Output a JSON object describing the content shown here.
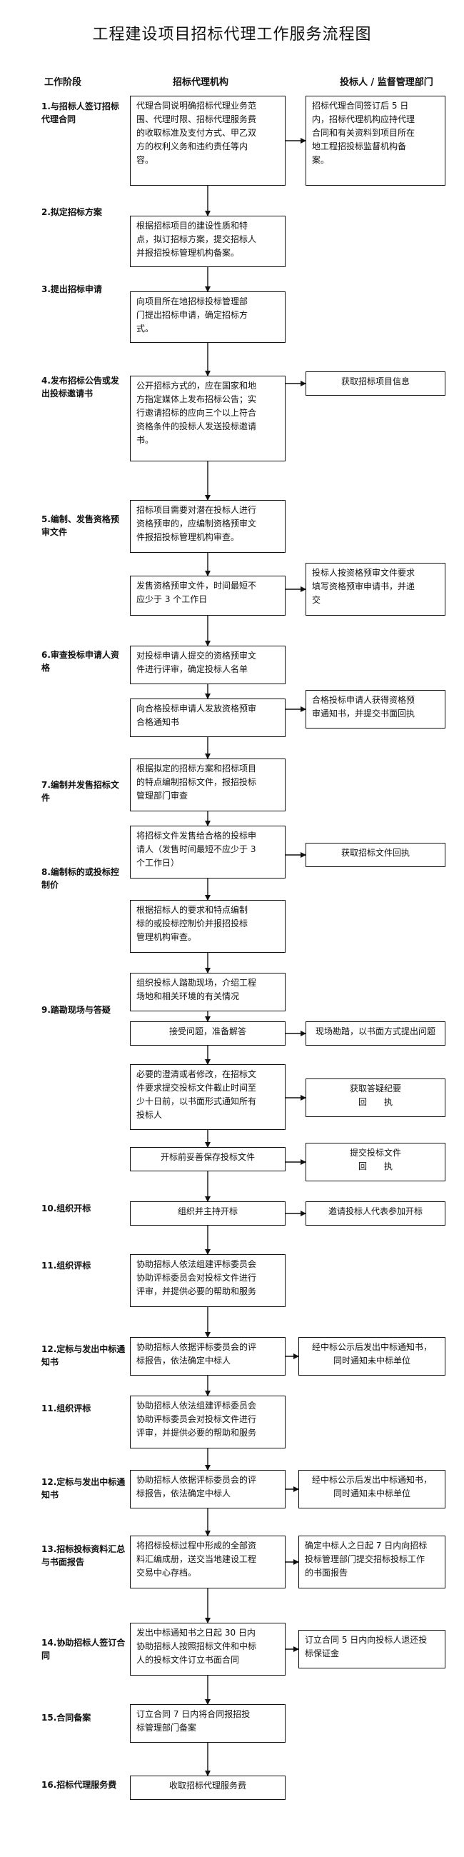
{
  "title": "工程建设项目招标代理工作服务流程图",
  "headers": {
    "stage": "工作阶段",
    "agency": "招标代理机构",
    "owner": "投标人 / 监督管理部门"
  },
  "stages": [
    "1.与招标人签订\n招标代理合同",
    "2.拟定招标\n方案",
    "3.提出招标申请",
    "4.发布招标公告或\n发出投标邀请书",
    "5.编制、发售\n资格预审文件",
    "6.审查投标申请\n人资格",
    "7.编制并发售\n招标文件",
    "8.编制标的\n或投标控制价",
    "9.踏勘现场\n与答疑",
    "10.组织开标",
    "11.组织评标",
    "12.定标与发出\n中标通知书",
    "11.组织评标",
    "12.定标与发出\n中标通知书",
    "13.招标投标资料\n汇总与书面报\n告",
    "14.协助招标人\n签订合同",
    "15.合同备案",
    "16.招标代理\n服务费"
  ],
  "center_boxes": [
    "代理合同说明确招标代理业务范\n围、代理时限、招标代理服务费\n的收取标准及支付方式、甲乙双\n方的权利义务和违约责任等内\n容。",
    "根据招标项目的建设性质和特\n点，拟订招标方案，提交招标人\n并报招投标管理机构备案。",
    "向项目所在地招标投标管理部\n门提出招标申请，确定招标方\n式。",
    "公开招标方式的，应在国家和地\n方指定媒体上发布招标公告；实\n行邀请招标的应向三个以上符合\n资格条件的投标人发送投标邀请\n书。",
    "招标项目需要对潜在投标人进行\n资格预审的，应编制资格预审文\n件报招投标管理机构审查。",
    "发售资格预审文件，时间最短不\n应少于 3 个工作日",
    "对投标申请人提交的资格预审文\n件进行评审，确定投标人名单",
    "向合格投标申请人发放资格预审\n合格通知书",
    "根据拟定的招标方案和招标项目\n的特点编制招标文件，报招投标\n管理部门审查",
    "将招标文件发售给合格的投标申\n请人（发售时间最短不应少于 3\n个工作日）",
    "根据招标人的要求和特点编制\n标的或投标控制价并报招投标\n管理机构审查。",
    "组织投标人踏勘现场，介绍工程\n场地和相关环境的有关情况",
    "接受问题，准备解答",
    "必要的澄清或者修改，在招标文\n件要求提交投标文件截止时间至\n少十日前，以书面形式通知所有\n投标人",
    "开标前妥善保存投标文件",
    "组织并主持开标",
    "协助招标人依法组建评标委员会\n协助评标委员会对投标文件进行\n评审，并提供必要的帮助和服务",
    "协助招标人依据评标委员会的评\n标报告，依法确定中标人",
    "协助招标人依法组建评标委员会\n协助评标委员会对投标文件进行\n评审，并提供必要的帮助和服务",
    "协助招标人依据评标委员会的评\n标报告，依法确定中标人",
    "将招标投标过程中形成的全部资\n料汇编成册，送交当地建设工程\n交易中心存档。",
    "发出中标通知书之日起 30 日内\n协助招标人按照招标文件和中标\n人的投标文件订立书面合同",
    "订立合同 7 日内将合同报招投\n标管理部门备案",
    "收取招标代理服务费"
  ],
  "right_boxes": [
    "招标代理合同签订后 5 日\n内，招标代理机构应持代理\n合同和有关资料到项目所在\n地工程招投标监督机构备\n案。",
    "获取招标项目信息",
    "投标人按资格预审文件要求\n填写资格预审申请书，并递\n交",
    "合格投标申请人获得资格预\n审通知书，并提交书面回执",
    "获取招标文件回执",
    "现场勘踏，以书面方式提出问题",
    "获取答疑纪要\n回　　执",
    "提交投标文件\n回　　执",
    "邀请投标人代表参加开标",
    "经中标公示后发出中标通知书，\n同时通知未中标单位",
    "经中标公示后发出中标通知书，\n同时通知未中标单位",
    "确定中标人之日起 7 日内向招标\n投标管理部门提交招标投标工作\n的书面报告",
    "订立合同 5 日内向投标人退还投\n标保证金"
  ]
}
